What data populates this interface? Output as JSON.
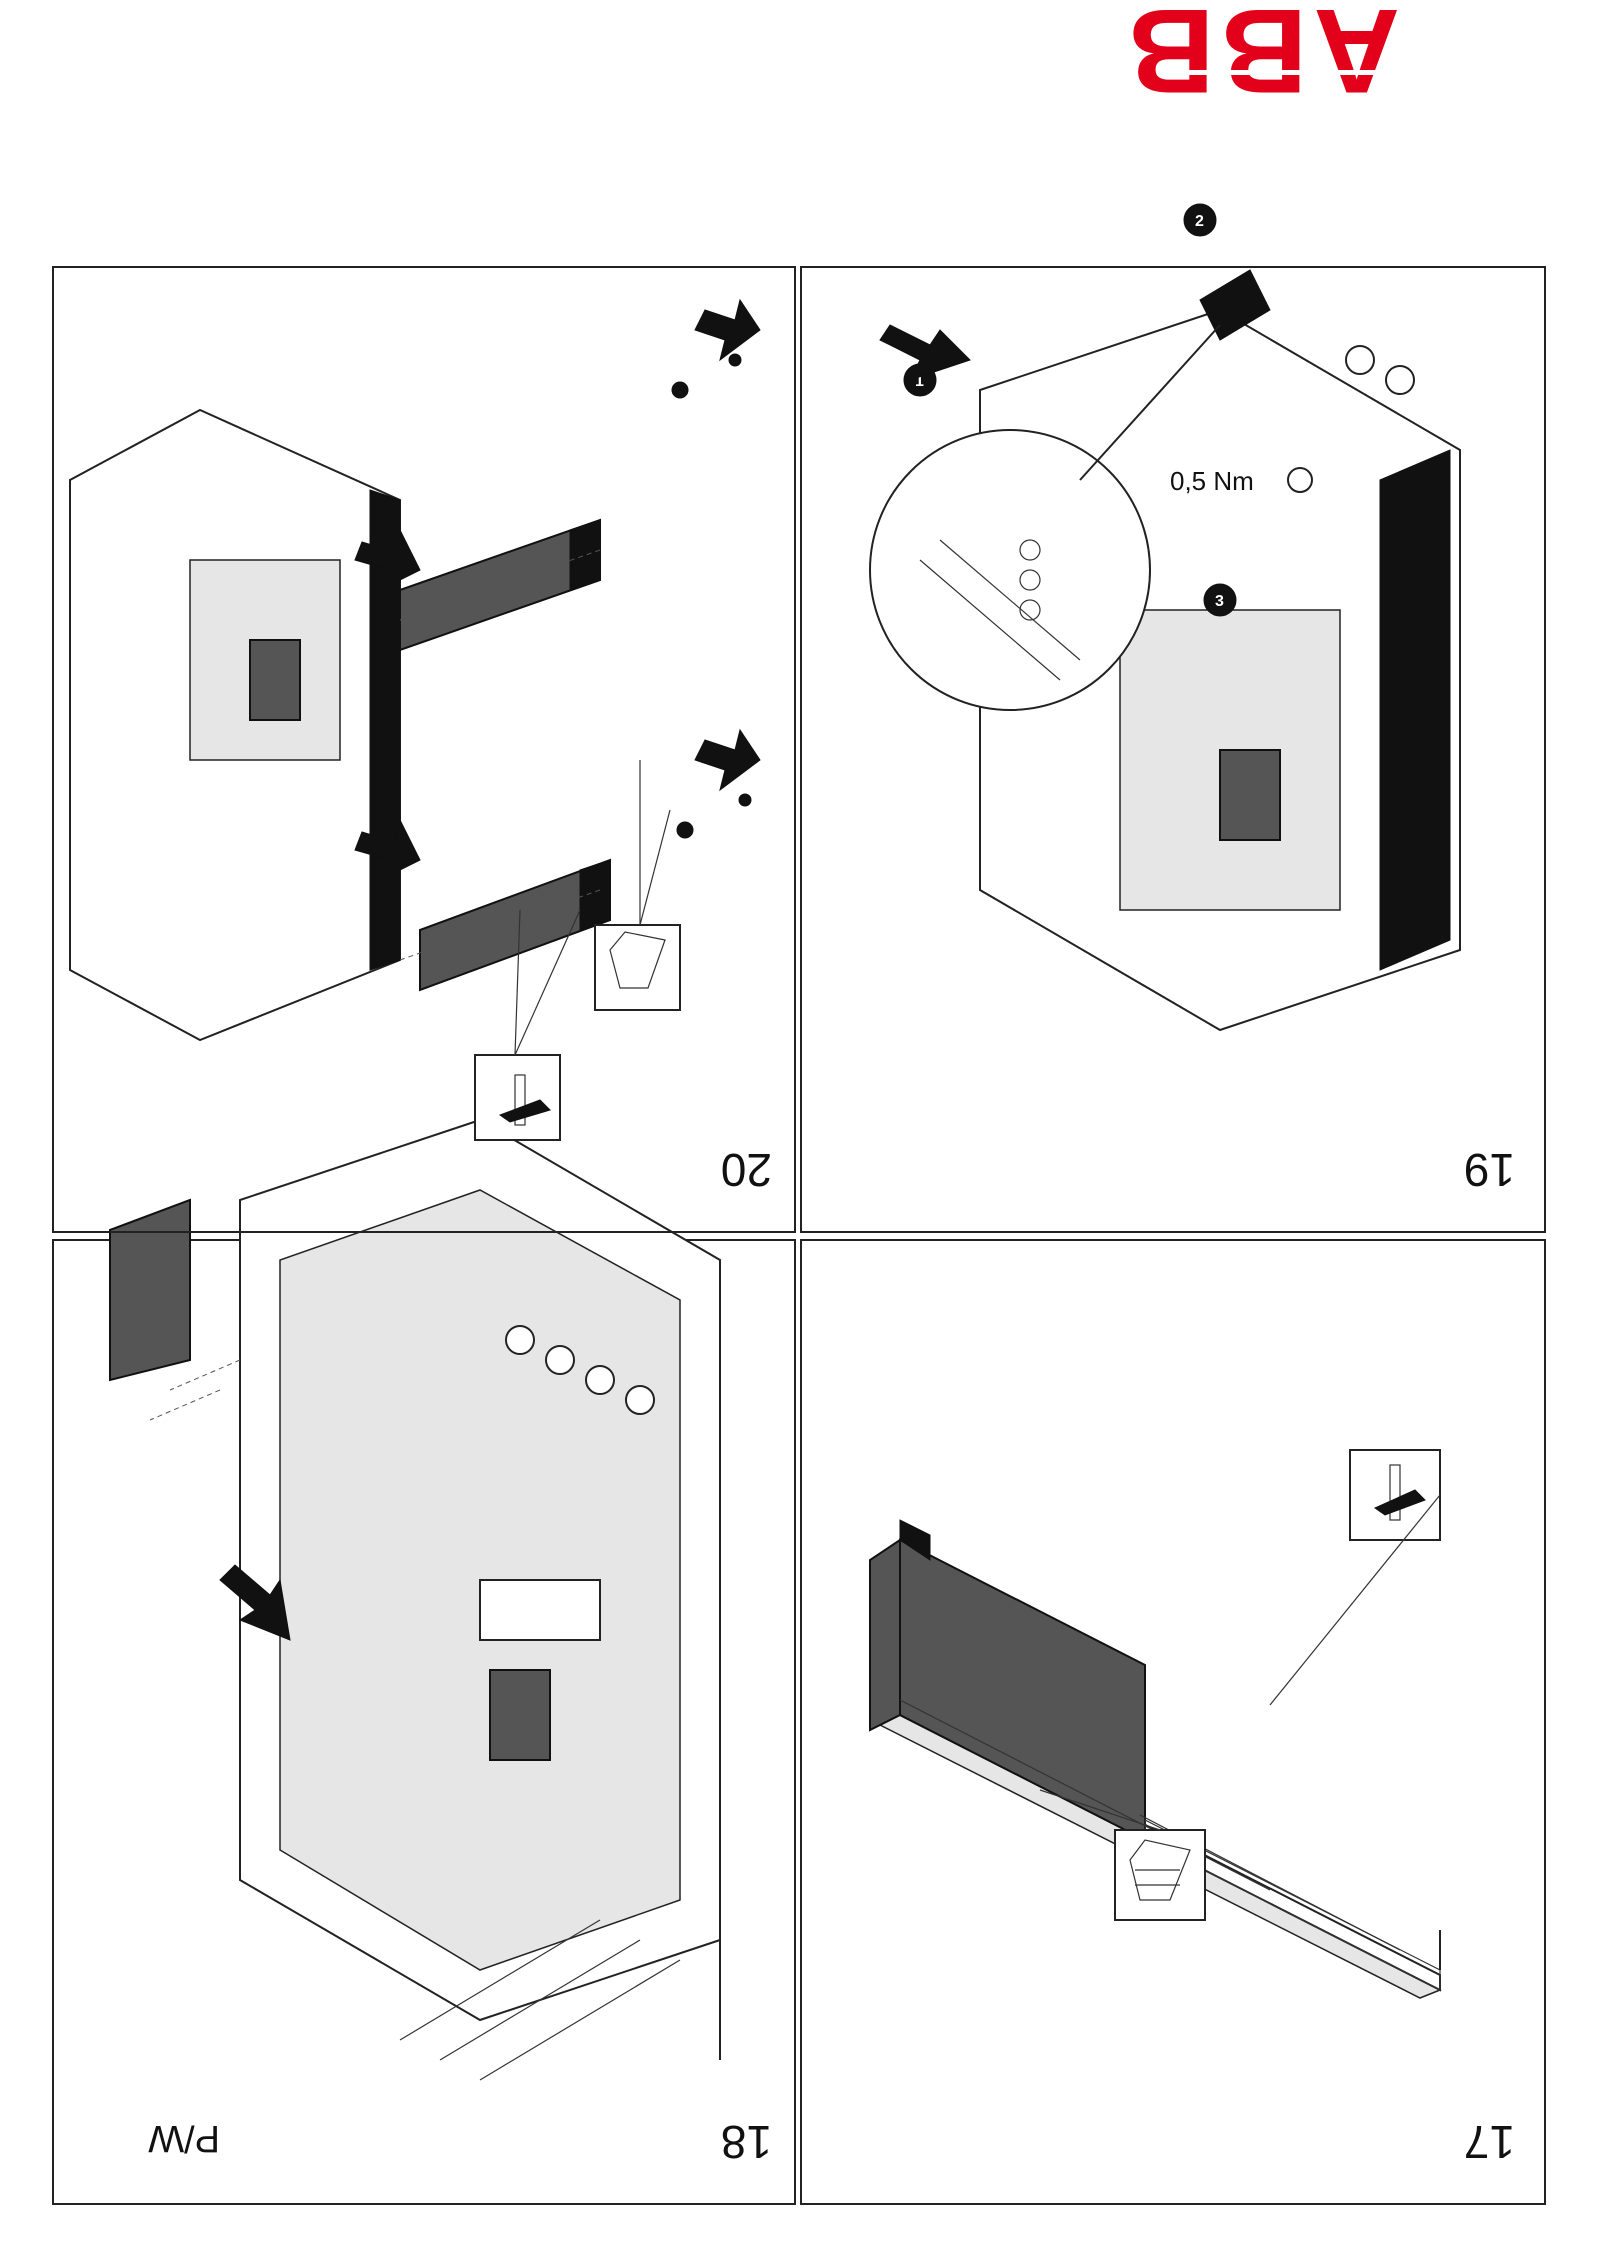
{
  "logo": {
    "text": "ABB",
    "color": "#e2001a"
  },
  "panels": [
    {
      "id": "panel-17",
      "number": "17"
    },
    {
      "id": "panel-18",
      "number": "18",
      "extra_label": "P/W"
    },
    {
      "id": "panel-19",
      "number": "19",
      "torque": "0,5 Nm",
      "callouts": [
        "1",
        "2",
        "3"
      ]
    },
    {
      "id": "panel-20",
      "number": "20"
    }
  ],
  "icons": {
    "screwdriver_symbol": "screwdriver-icon",
    "hand_symbol": "hand-pointing-icon",
    "arrow": "arrow-icon",
    "torque_symbol": "torque-rotation-icon"
  }
}
